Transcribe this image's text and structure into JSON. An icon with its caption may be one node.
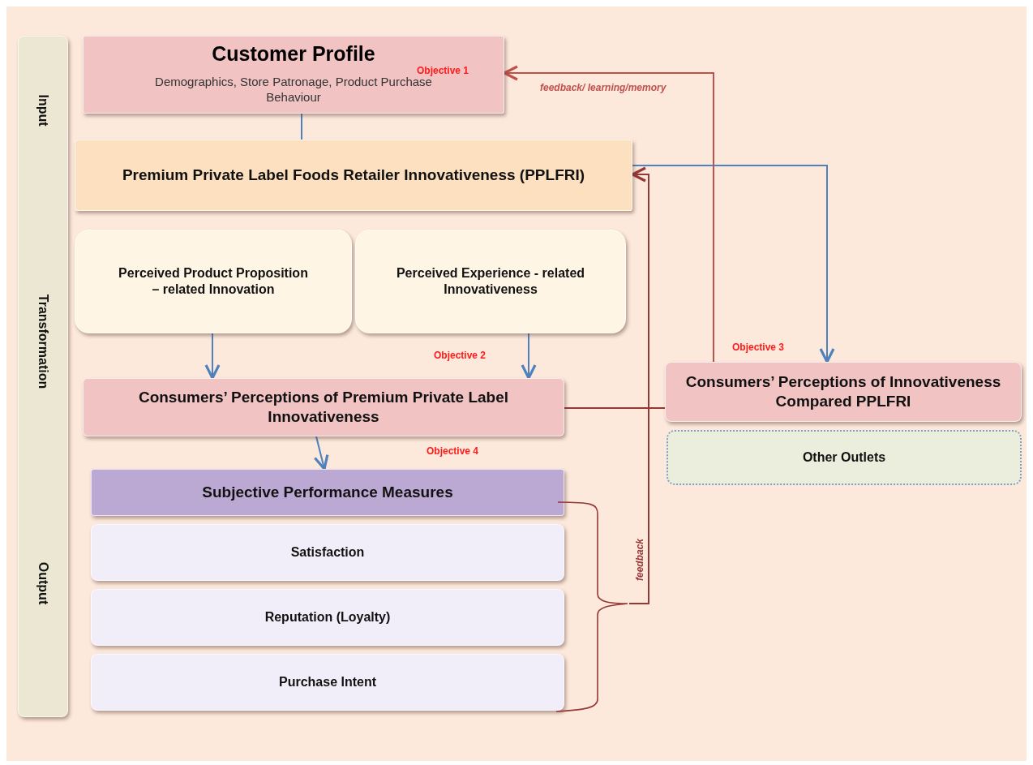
{
  "diagram": {
    "nodes": [
      {
        "text": [
          "Input",
          "Transformation",
          "Output"
        ]
      },
      {
        "text": [
          "Customer Profile",
          "Demographics, Store Patronage, Product Purchase Behaviour"
        ]
      },
      {
        "text": [
          "Premium Private Label Foods Retailer Innovativeness (PPLFRI)"
        ]
      },
      {
        "text": [
          "Perceived Product Proposition – related Innovation"
        ]
      },
      {
        "text": [
          "Perceived Experience - related Innovativeness"
        ]
      },
      {
        "text": [
          "Consumers’ Perceptions of Premium Private Label Innovativeness"
        ]
      },
      {
        "text": [
          "Subjective  Performance Measures"
        ]
      },
      {
        "text": [
          "Satisfaction"
        ]
      },
      {
        "text": [
          "Reputation (Loyalty)"
        ]
      },
      {
        "text": [
          "Purchase Intent"
        ]
      },
      {
        "text": [
          "Consumers’ Perceptions of Innovativeness Compared PPLFRI"
        ]
      },
      {
        "text": [
          "Other Outlets"
        ]
      },
      {
        "text": [],
        "shape": "bracket"
      }
    ],
    "edges": [
      {
        "from": 1,
        "to": 2,
        "arrow": "none"
      },
      {
        "from": 3,
        "to": 5,
        "arrow": "to"
      },
      {
        "from": 4,
        "to": 5,
        "arrow": "to"
      },
      {
        "from": 5,
        "to": 6,
        "arrow": "to"
      },
      {
        "from": 2,
        "to": 10,
        "arrow": "to"
      },
      {
        "from": 5,
        "to": 10,
        "arrow": "none",
        "color": "#953735"
      },
      {
        "from": 10,
        "to": 1,
        "arrow": "to",
        "label": "feedback/ learning/memory",
        "color": "#c0504d"
      },
      {
        "from": 12,
        "to": 2,
        "arrow": "to",
        "label": "feedback",
        "color": "#953735"
      }
    ],
    "labels": [
      "Objective 1",
      "Objective 2",
      "Objective 3",
      "Objective 4"
    ]
  }
}
